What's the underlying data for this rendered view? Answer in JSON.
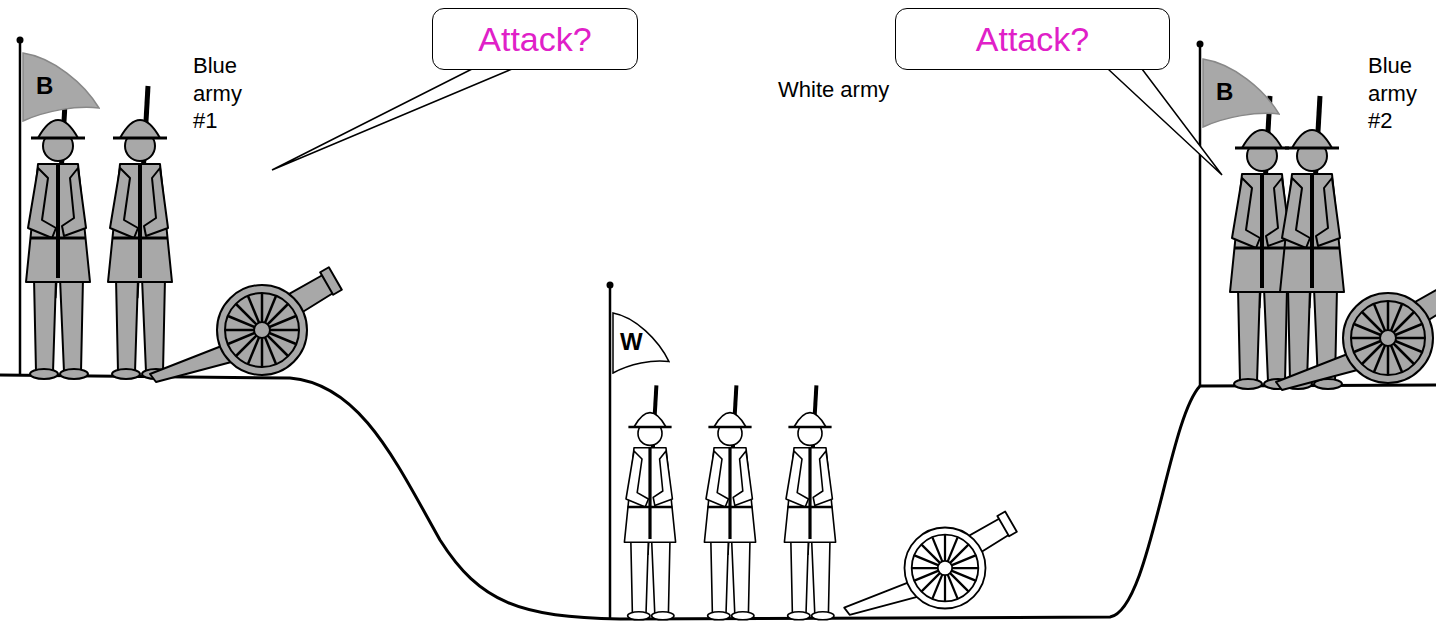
{
  "diagram": {
    "nodes": [
      {
        "text": [
          "B"
        ]
      },
      {
        "text": [
          "Attack?"
        ]
      },
      {
        "text": [
          "Attack?"
        ]
      },
      {
        "text": [
          "B"
        ]
      },
      {
        "text": [
          "W"
        ]
      }
    ],
    "labels": [
      "Blue army #1",
      "Blue army #2",
      "White army"
    ]
  }
}
